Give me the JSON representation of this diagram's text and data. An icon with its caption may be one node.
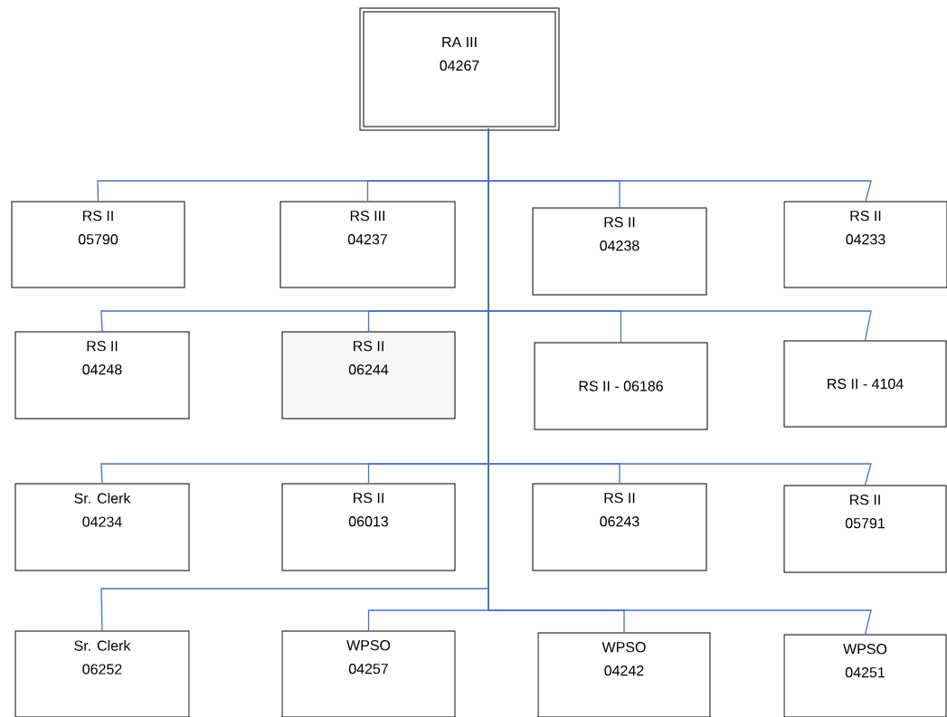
{
  "diagram": {
    "nodes": [
      {
        "text": [
          "RA III",
          "04267"
        ]
      },
      {
        "text": [
          "RS II",
          "05790"
        ]
      },
      {
        "text": [
          "RS III",
          "04237"
        ]
      },
      {
        "text": [
          "RS II",
          "04238"
        ]
      },
      {
        "text": [
          "RS II",
          "04233"
        ]
      },
      {
        "text": [
          "RS II",
          "04248"
        ]
      },
      {
        "text": [
          "RS II",
          "06244"
        ]
      },
      {
        "text": [
          "RS II - 06186"
        ]
      },
      {
        "text": [
          "RS II - 4104"
        ]
      },
      {
        "text": [
          "Sr. Clerk",
          "04234"
        ]
      },
      {
        "text": [
          "RS II",
          "06013"
        ]
      },
      {
        "text": [
          "RS II",
          "06243"
        ]
      },
      {
        "text": [
          "RS II",
          "05791"
        ]
      },
      {
        "text": [
          "Sr. Clerk",
          "06252"
        ]
      },
      {
        "text": [
          "WPSO",
          "04257"
        ]
      },
      {
        "text": [
          "WPSO",
          "04242"
        ]
      },
      {
        "text": [
          "WPSO",
          "04251"
        ]
      }
    ],
    "edges": [
      {
        "from": 0,
        "to": 1,
        "arrow": "none"
      },
      {
        "from": 0,
        "to": 2,
        "arrow": "none"
      },
      {
        "from": 0,
        "to": 3,
        "arrow": "none"
      },
      {
        "from": 0,
        "to": 4,
        "arrow": "none"
      },
      {
        "from": 0,
        "to": 5,
        "arrow": "none"
      },
      {
        "from": 0,
        "to": 6,
        "arrow": "none"
      },
      {
        "from": 0,
        "to": 7,
        "arrow": "none"
      },
      {
        "from": 0,
        "to": 8,
        "arrow": "none"
      },
      {
        "from": 0,
        "to": 9,
        "arrow": "none"
      },
      {
        "from": 0,
        "to": 10,
        "arrow": "none"
      },
      {
        "from": 0,
        "to": 11,
        "arrow": "none"
      },
      {
        "from": 0,
        "to": 12,
        "arrow": "none"
      },
      {
        "from": 0,
        "to": 13,
        "arrow": "none"
      },
      {
        "from": 0,
        "to": 14,
        "arrow": "none"
      },
      {
        "from": 0,
        "to": 15,
        "arrow": "none"
      },
      {
        "from": 0,
        "to": 16,
        "arrow": "none"
      }
    ]
  }
}
